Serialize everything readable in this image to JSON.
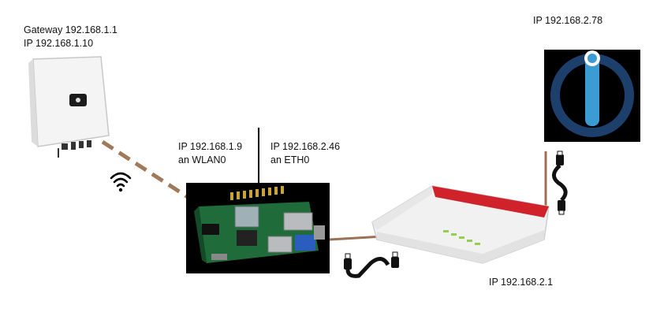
{
  "inverter": {
    "gateway_label": "Gateway 192.168.1.1",
    "ip_label": "IP 192.168.1.10",
    "icon": "solar-inverter-icon"
  },
  "raspberry_pi": {
    "wlan_ip": "IP 192.168.1.9",
    "wlan_iface": "an WLAN0",
    "eth_ip": "IP 192.168.2.46",
    "eth_iface": "an ETH0",
    "icon": "raspberry-pi-board-icon"
  },
  "router": {
    "ip_label": "IP 192.168.2.1",
    "icon": "router-icon"
  },
  "iobroker": {
    "ip_label": "IP 192.168.2.78",
    "icon": "iobroker-logo-icon"
  },
  "links": {
    "wifi_icon": "wifi-icon",
    "ethernet_icon": "ethernet-cable-icon",
    "wifi_line_color": "#a0785a",
    "cable_line_color": "#9c7053"
  }
}
